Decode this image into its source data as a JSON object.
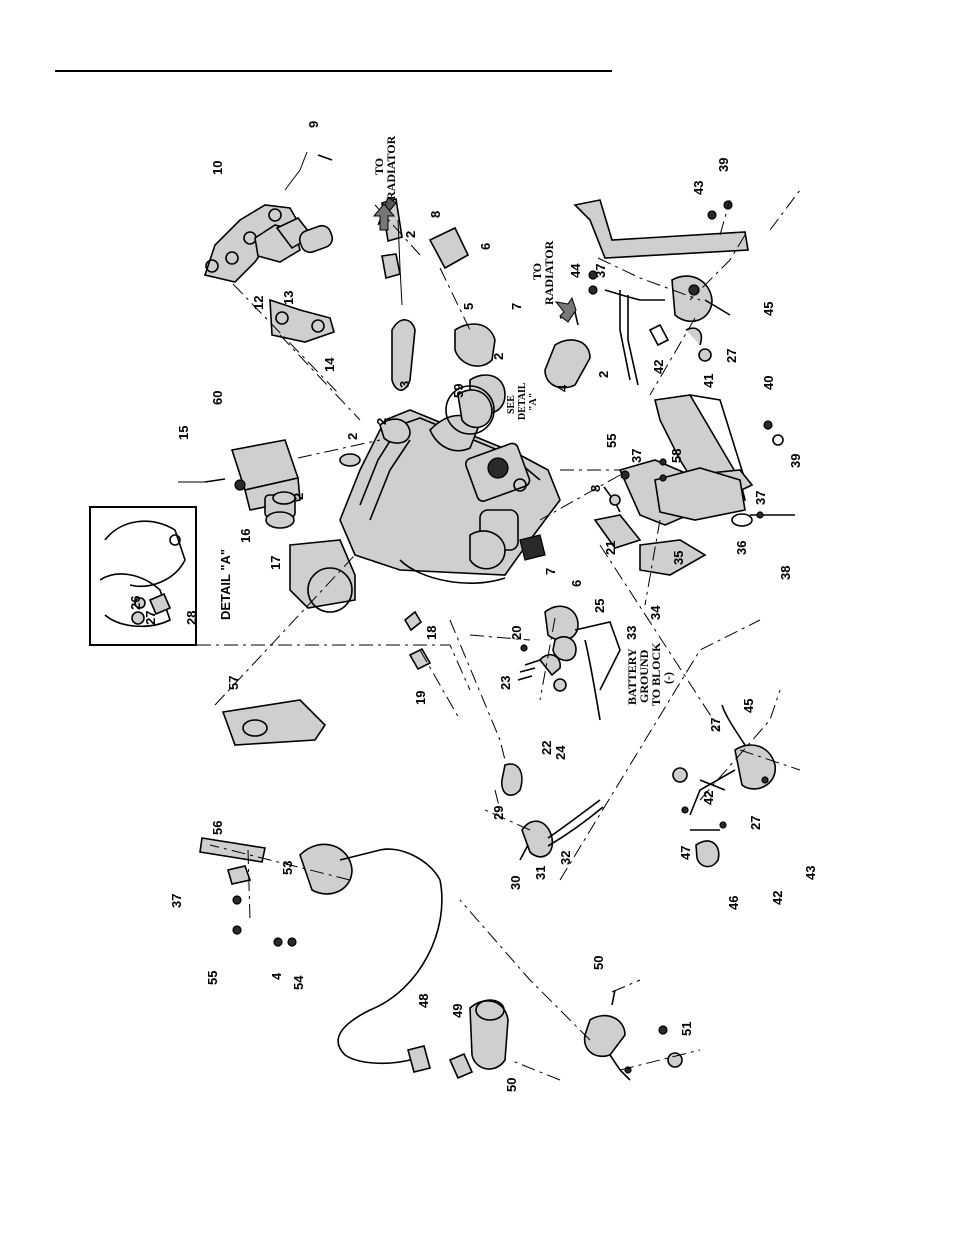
{
  "callouts": [
    {
      "id": "c9",
      "text": "9"
    },
    {
      "id": "c10",
      "text": "10"
    },
    {
      "id": "c12",
      "text": "12"
    },
    {
      "id": "c13",
      "text": "13"
    },
    {
      "id": "c14",
      "text": "14"
    },
    {
      "id": "c2a",
      "text": "2"
    },
    {
      "id": "c8a",
      "text": "8"
    },
    {
      "id": "c6a",
      "text": "6"
    },
    {
      "id": "c7a",
      "text": "7"
    },
    {
      "id": "c5",
      "text": "5"
    },
    {
      "id": "c2b",
      "text": "2"
    },
    {
      "id": "c3",
      "text": "3"
    },
    {
      "id": "c59",
      "text": "59"
    },
    {
      "id": "c2c",
      "text": "2"
    },
    {
      "id": "c4a",
      "text": "4"
    },
    {
      "id": "c2d",
      "text": "2"
    },
    {
      "id": "c44",
      "text": "44"
    },
    {
      "id": "c37a",
      "text": "37"
    },
    {
      "id": "c43a",
      "text": "43"
    },
    {
      "id": "c39a",
      "text": "39"
    },
    {
      "id": "c42a",
      "text": "42"
    },
    {
      "id": "c27a",
      "text": "27"
    },
    {
      "id": "c41",
      "text": "41"
    },
    {
      "id": "c45a",
      "text": "45"
    },
    {
      "id": "c40",
      "text": "40"
    },
    {
      "id": "c39b",
      "text": "39"
    },
    {
      "id": "c15",
      "text": "15"
    },
    {
      "id": "c60",
      "text": "60"
    },
    {
      "id": "c2e",
      "text": "2"
    },
    {
      "id": "c2f",
      "text": "2"
    },
    {
      "id": "c16",
      "text": "16"
    },
    {
      "id": "c17",
      "text": "17"
    },
    {
      "id": "c55a",
      "text": "55"
    },
    {
      "id": "c37b",
      "text": "37"
    },
    {
      "id": "c58",
      "text": "58"
    },
    {
      "id": "c8b",
      "text": "8"
    },
    {
      "id": "c21",
      "text": "21"
    },
    {
      "id": "c35",
      "text": "35"
    },
    {
      "id": "c37c",
      "text": "37"
    },
    {
      "id": "c36",
      "text": "36"
    },
    {
      "id": "c38",
      "text": "38"
    },
    {
      "id": "c7b",
      "text": "7"
    },
    {
      "id": "c6b",
      "text": "6"
    },
    {
      "id": "c25",
      "text": "25"
    },
    {
      "id": "c33",
      "text": "33"
    },
    {
      "id": "c34",
      "text": "34"
    },
    {
      "id": "c26",
      "text": "26"
    },
    {
      "id": "c27b",
      "text": "27"
    },
    {
      "id": "c28",
      "text": "28"
    },
    {
      "id": "c18",
      "text": "18"
    },
    {
      "id": "c19",
      "text": "19"
    },
    {
      "id": "c20",
      "text": "20"
    },
    {
      "id": "c23",
      "text": "23"
    },
    {
      "id": "c22",
      "text": "22"
    },
    {
      "id": "c24",
      "text": "24"
    },
    {
      "id": "c57",
      "text": "57"
    },
    {
      "id": "c29",
      "text": "29"
    },
    {
      "id": "c30",
      "text": "30"
    },
    {
      "id": "c31",
      "text": "31"
    },
    {
      "id": "c32",
      "text": "32"
    },
    {
      "id": "c27c",
      "text": "27"
    },
    {
      "id": "c45b",
      "text": "45"
    },
    {
      "id": "c42b",
      "text": "42"
    },
    {
      "id": "c47",
      "text": "47"
    },
    {
      "id": "c27d",
      "text": "27"
    },
    {
      "id": "c46",
      "text": "46"
    },
    {
      "id": "c42c",
      "text": "42"
    },
    {
      "id": "c43b",
      "text": "43"
    },
    {
      "id": "c56",
      "text": "56"
    },
    {
      "id": "c53",
      "text": "53"
    },
    {
      "id": "c37d",
      "text": "37"
    },
    {
      "id": "c55b",
      "text": "55"
    },
    {
      "id": "c4b",
      "text": "4"
    },
    {
      "id": "c54",
      "text": "54"
    },
    {
      "id": "c48",
      "text": "48"
    },
    {
      "id": "c49",
      "text": "49"
    },
    {
      "id": "c50a",
      "text": "50"
    },
    {
      "id": "c50b",
      "text": "50"
    },
    {
      "id": "c51",
      "text": "51"
    }
  ],
  "notes": {
    "to_radiator_top_1": "TO",
    "to_radiator_top_2": "RADIATOR",
    "to_radiator_right_1": "TO",
    "to_radiator_right_2": "RADIATOR",
    "see_detail_1": "SEE",
    "see_detail_2": "DETAIL",
    "see_detail_3": "\"A\"",
    "battery_1": "BATTERY",
    "battery_2": "GROUND",
    "battery_3": "TO BLOCK",
    "battery_4": "(-)",
    "detail_title": "DETAIL \"A\""
  }
}
